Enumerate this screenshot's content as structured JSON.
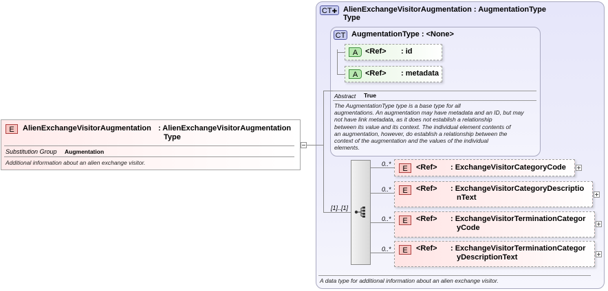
{
  "element": {
    "badge": "E",
    "name": "AlienExchangeVisitorAugmentation",
    "type_line1": ": AlienExchangeVisitorAugmentation",
    "type_line2": "Type",
    "prop_label": "Substitution Group",
    "prop_value": "Augmentation",
    "doc": "Additional information about an alien exchange visitor."
  },
  "complex_type": {
    "badge": "CT",
    "name_line1": "AlienExchangeVisitorAugmentation : AugmentationType",
    "name_line2": "Type",
    "doc": "A data type for additional information about an alien exchange visitor."
  },
  "base_type": {
    "badge": "CT",
    "name": "AugmentationType : <None>",
    "attributes": [
      {
        "badge": "A",
        "ref": "<Ref>",
        "name": ": id"
      },
      {
        "badge": "A",
        "ref": "<Ref>",
        "name": ": metadata"
      }
    ],
    "prop_label": "Abstract",
    "prop_value": "True",
    "doc_lines": [
      "The AugmentationType type is a base type for all",
      "augmentations. An augmentation may have metadata and an ID, but may",
      "not have link metadata, as it does not establish a relationship",
      "between its value and its context. The individual element contents of",
      "an augmentation, however, do establish a relationship between the",
      "context of the augmentation and the values of the individual",
      "elements."
    ]
  },
  "sequence": {
    "multiplicity": "[1]..[1]"
  },
  "children": [
    {
      "badge": "E",
      "ref": "<Ref>",
      "mult": "0..*",
      "name_lines": [
        ": ExchangeVisitorCategoryCode"
      ]
    },
    {
      "badge": "E",
      "ref": "<Ref>",
      "mult": "0..*",
      "name_lines": [
        ": ExchangeVisitorCategoryDescriptio",
        "nText"
      ]
    },
    {
      "badge": "E",
      "ref": "<Ref>",
      "mult": "0..*",
      "name_lines": [
        ": ExchangeVisitorTerminationCategor",
        "yCode"
      ]
    },
    {
      "badge": "E",
      "ref": "<Ref>",
      "mult": "0..*",
      "name_lines": [
        ": ExchangeVisitorTerminationCategor",
        "yDescriptionText"
      ]
    }
  ]
}
